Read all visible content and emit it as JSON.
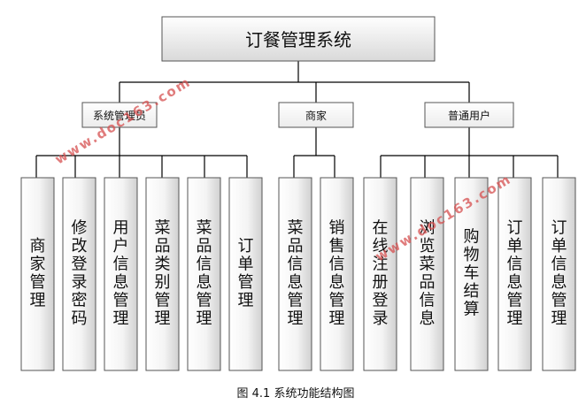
{
  "diagram": {
    "root": "订餐管理系统",
    "groups": [
      {
        "label": "系统管理员",
        "children": [
          "商家管理",
          "修改登录密码",
          "用户信息管理",
          "菜品类别管理",
          "菜品信息管理",
          "订单管理"
        ]
      },
      {
        "label": "商家",
        "children": [
          "菜品信息管理",
          "销售信息管理"
        ]
      },
      {
        "label": "普通用户",
        "children": [
          "在线注册登录",
          "浏览菜品信息",
          "购物车结算",
          "订单信息管理",
          "订单信息管理"
        ]
      }
    ],
    "caption": "图 4.1  系统功能结构图",
    "watermark": "www.doc163.com",
    "colors": {
      "line": "#000000",
      "box_border": "#555555",
      "gradient_light": "#ffffff",
      "gradient_dark": "#d4d4d4",
      "watermark": "#d65050"
    }
  }
}
